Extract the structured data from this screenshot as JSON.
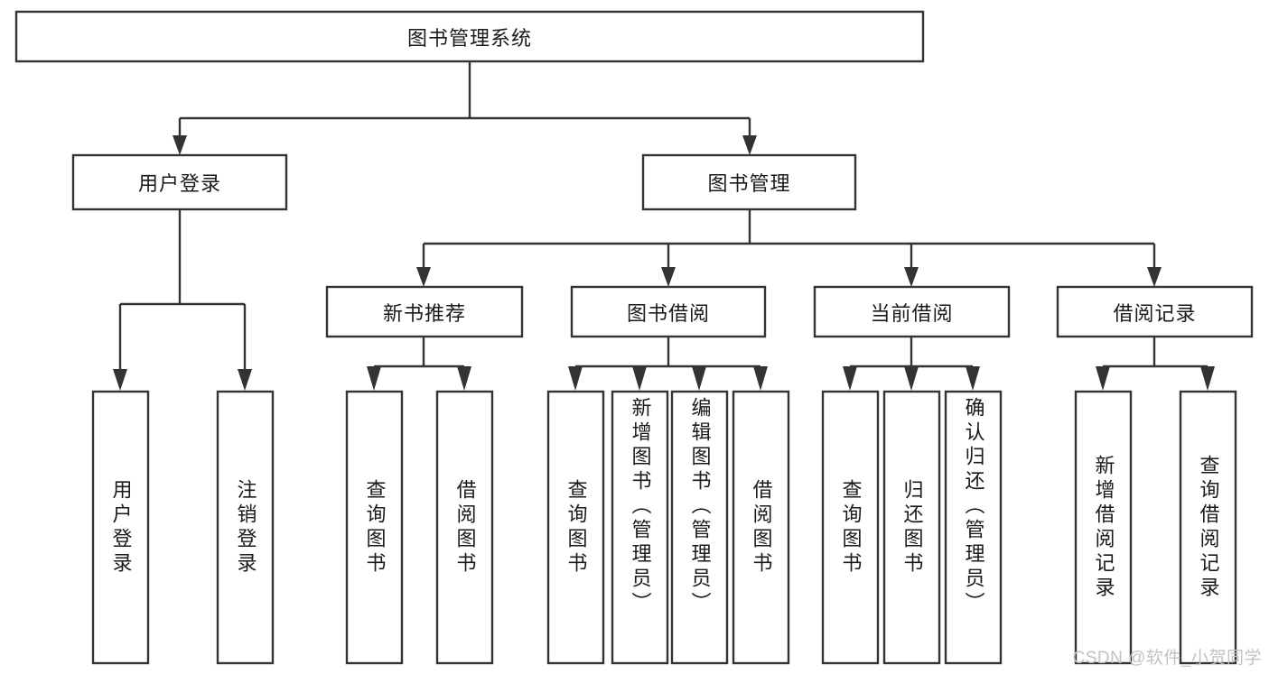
{
  "diagram": {
    "title": "图书管理系统",
    "type": "tree-hierarchy-diagram",
    "watermark": "CSDN @软件_小贺同学",
    "colors": {
      "box_stroke": "#333333",
      "box_fill": "#ffffff",
      "text": "#1a1a1a",
      "background": "#ffffff",
      "watermark": "#c2c2c2"
    },
    "levels": {
      "root": {
        "label": "图书管理系统"
      },
      "level2": [
        {
          "label": "用户登录"
        },
        {
          "label": "图书管理"
        }
      ],
      "level3": [
        {
          "label": "新书推荐"
        },
        {
          "label": "图书借阅"
        },
        {
          "label": "当前借阅"
        },
        {
          "label": "借阅记录"
        }
      ],
      "leaves": {
        "user_login": [
          {
            "label": "用户登录"
          },
          {
            "label": "注销登录"
          }
        ],
        "new_book_recommend": [
          {
            "label": "查询图书"
          },
          {
            "label": "借阅图书"
          }
        ],
        "book_borrow": [
          {
            "label": "查询图书"
          },
          {
            "label": "新增图书（管理员）"
          },
          {
            "label": "编辑图书（管理员）"
          },
          {
            "label": "借阅图书"
          }
        ],
        "current_borrow": [
          {
            "label": "查询图书"
          },
          {
            "label": "归还图书"
          },
          {
            "label": "确认归还（管理员）"
          }
        ],
        "borrow_record": [
          {
            "label": "新增借阅记录"
          },
          {
            "label": "查询借阅记录"
          }
        ]
      }
    }
  }
}
